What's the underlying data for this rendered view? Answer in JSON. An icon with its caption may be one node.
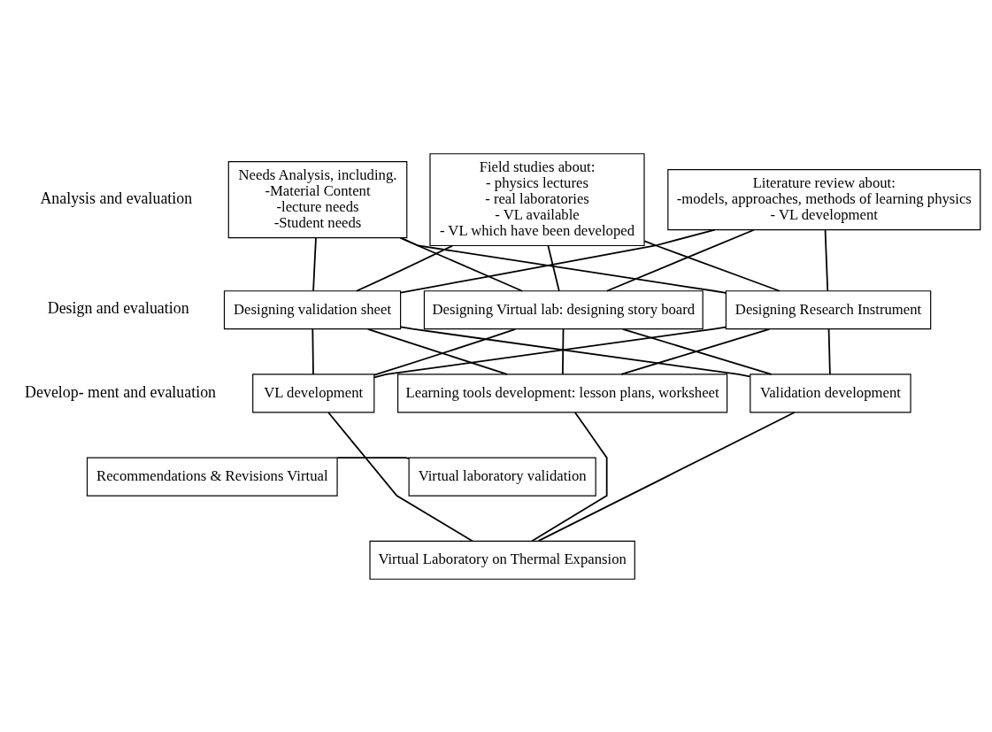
{
  "diagram": {
    "nodes": [
      {
        "text": [
          "Needs Analysis, including.",
          "-Material Content",
          "-lecture needs",
          "-Student needs"
        ]
      },
      {
        "text": [
          "Field studies about:",
          "- physics lectures",
          "- real laboratories",
          "- VL available",
          "- VL which have been developed"
        ]
      },
      {
        "text": [
          "Literature review about:",
          "-models, approaches, methods of learning physics",
          "- VL development"
        ]
      },
      {
        "text": [
          "Designing validation sheet"
        ]
      },
      {
        "text": [
          "Designing Virtual lab: designing story board"
        ]
      },
      {
        "text": [
          "Designing Research Instrument"
        ]
      },
      {
        "text": [
          "VL development"
        ]
      },
      {
        "text": [
          "Learning tools development: lesson plans, worksheet"
        ]
      },
      {
        "text": [
          "Validation development"
        ]
      },
      {
        "text": [
          "Virtual laboratory validation"
        ]
      },
      {
        "text": [
          "Recommendations & Revisions Virtual"
        ]
      },
      {
        "text": [
          "Virtual Laboratory on Thermal Expansion"
        ]
      }
    ],
    "edges": [
      {
        "from": 0,
        "to": 3,
        "arrow": "none"
      },
      {
        "from": 0,
        "to": 4,
        "arrow": "none"
      },
      {
        "from": 0,
        "to": 5,
        "arrow": "none"
      },
      {
        "from": 1,
        "to": 3,
        "arrow": "none"
      },
      {
        "from": 1,
        "to": 4,
        "arrow": "none"
      },
      {
        "from": 1,
        "to": 5,
        "arrow": "none"
      },
      {
        "from": 2,
        "to": 3,
        "arrow": "none"
      },
      {
        "from": 2,
        "to": 4,
        "arrow": "none"
      },
      {
        "from": 2,
        "to": 5,
        "arrow": "none"
      },
      {
        "from": 3,
        "to": 6,
        "arrow": "none"
      },
      {
        "from": 3,
        "to": 7,
        "arrow": "none"
      },
      {
        "from": 3,
        "to": 8,
        "arrow": "none"
      },
      {
        "from": 4,
        "to": 6,
        "arrow": "none"
      },
      {
        "from": 4,
        "to": 7,
        "arrow": "none"
      },
      {
        "from": 4,
        "to": 8,
        "arrow": "none"
      },
      {
        "from": 5,
        "to": 6,
        "arrow": "none"
      },
      {
        "from": 5,
        "to": 7,
        "arrow": "none"
      },
      {
        "from": 5,
        "to": 8,
        "arrow": "none"
      },
      {
        "from": 6,
        "to": 11,
        "arrow": "none"
      },
      {
        "from": 7,
        "to": 11,
        "arrow": "none"
      },
      {
        "from": 8,
        "to": 11,
        "arrow": "none"
      },
      {
        "from": 9,
        "to": 10,
        "arrow": "none"
      }
    ],
    "labels": [
      "Analysis and evaluation",
      "Design and evaluation",
      "Develop- ment and evaluation"
    ]
  }
}
